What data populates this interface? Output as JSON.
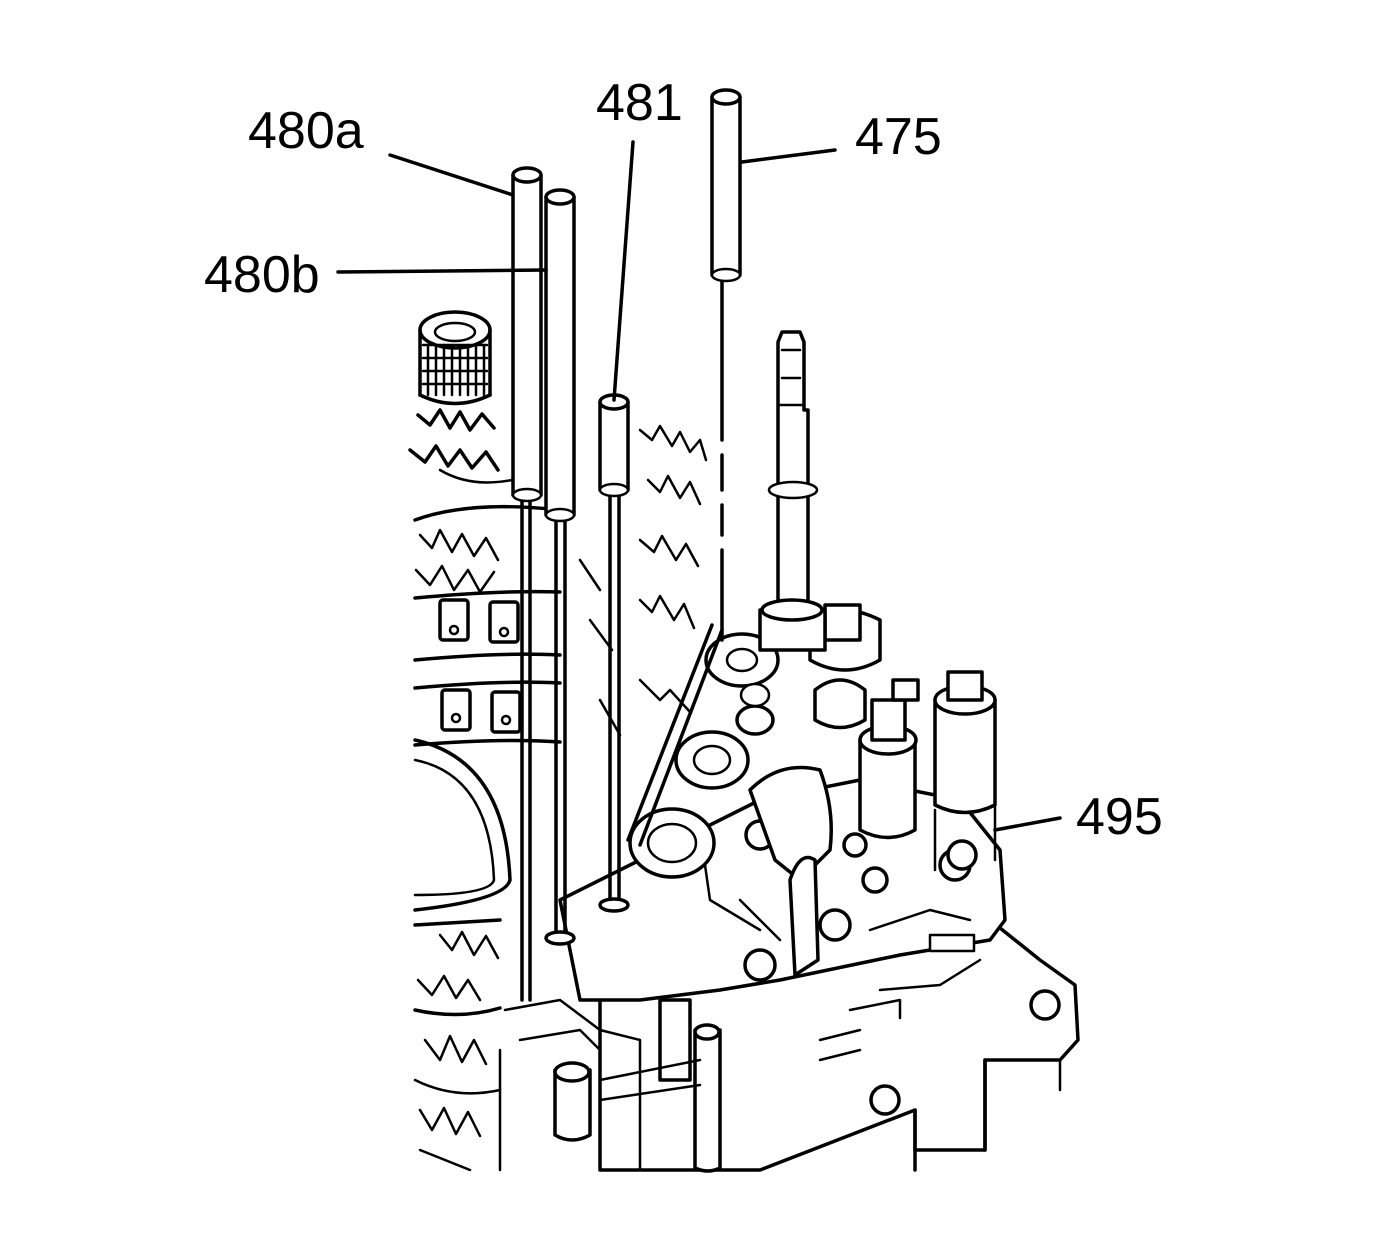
{
  "callouts": {
    "c480a": "480a",
    "c480b": "480b",
    "c481": "481",
    "c475": "475",
    "c495": "495"
  }
}
